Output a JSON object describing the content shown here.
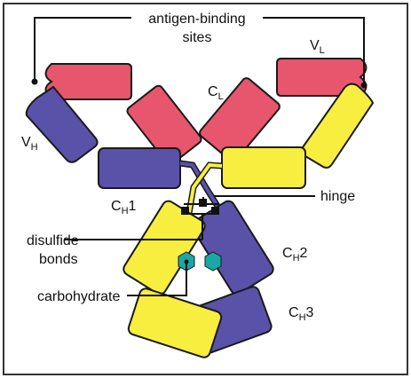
{
  "labels": {
    "antigen_binding_line1": "antigen-binding",
    "antigen_binding_line2": "sites",
    "vl_main": "V",
    "vl_sub": "L",
    "cl_main": "C",
    "cl_sub": "L",
    "vh_main": "V",
    "vh_sub": "H",
    "ch1_main": "C",
    "ch1_sub": "H",
    "ch1_suffix": "1",
    "hinge": "hinge",
    "disulfide_line1": "disulfide",
    "disulfide_line2": "bonds",
    "ch2_main": "C",
    "ch2_sub": "H",
    "ch2_suffix": "2",
    "carbohydrate": "carbohydrate",
    "ch3_main": "C",
    "ch3_sub": "H",
    "ch3_suffix": "3"
  },
  "colors": {
    "light_variable": "#e8566e",
    "heavy_chain": "#5a52a8",
    "light_constant": "#f7ee3f",
    "carbohydrate": "#1ba7a5",
    "outline": "#1a1a1a",
    "frame": "#333333"
  }
}
